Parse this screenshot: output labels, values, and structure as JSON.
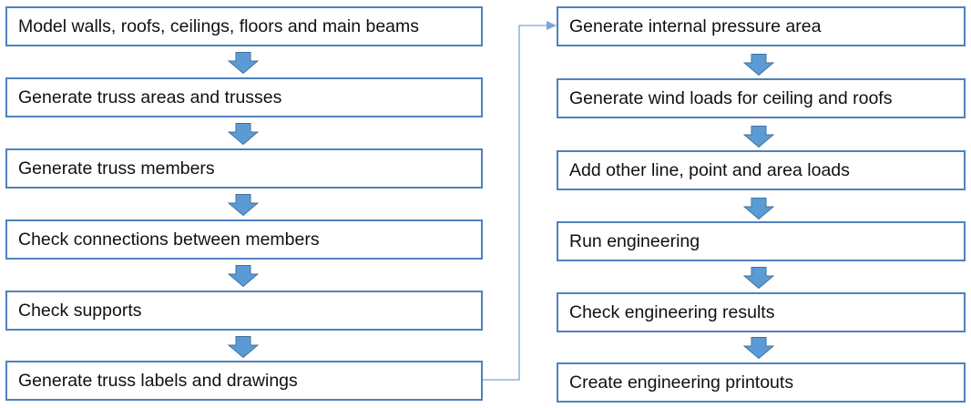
{
  "left_column": {
    "steps": [
      "Model walls, roofs, ceilings, floors and main beams",
      "Generate truss areas and trusses",
      "Generate truss members",
      "Check connections between members",
      "Check supports",
      "Generate truss labels and drawings"
    ]
  },
  "right_column": {
    "steps": [
      "Generate internal pressure area",
      "Generate wind loads for ceiling and roofs",
      "Add other line, point and area loads",
      "Run engineering",
      "Check engineering results",
      "Create engineering printouts"
    ]
  },
  "colors": {
    "box_border": "#4f81bd",
    "arrow_fill": "#5b9bd5",
    "arrow_stroke": "#41719c",
    "connector_line": "#7aa6d6"
  },
  "icons": {
    "step_arrow": "down-arrow-icon",
    "column_connector": "elbow-connector-arrow-icon"
  }
}
